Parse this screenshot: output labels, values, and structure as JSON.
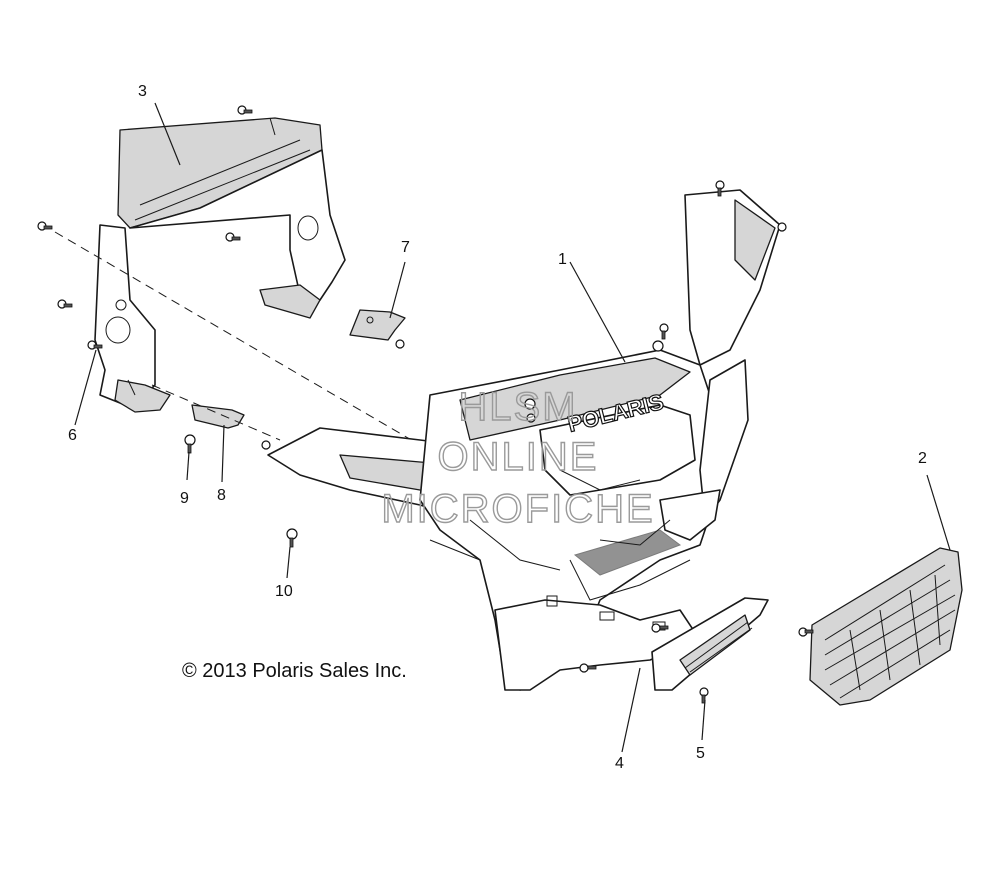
{
  "callouts": {
    "c1": "1",
    "c2": "2",
    "c3": "3",
    "c4": "4",
    "c5": "5",
    "c6": "6",
    "c7": "7",
    "c8": "8",
    "c9": "9",
    "c10": "10"
  },
  "watermark": {
    "line1": "HLSM",
    "line2": "ONLINE",
    "line3": "MICROFICHE"
  },
  "logo_text": "POLARIS",
  "copyright": "© 2013 Polaris Sales Inc."
}
